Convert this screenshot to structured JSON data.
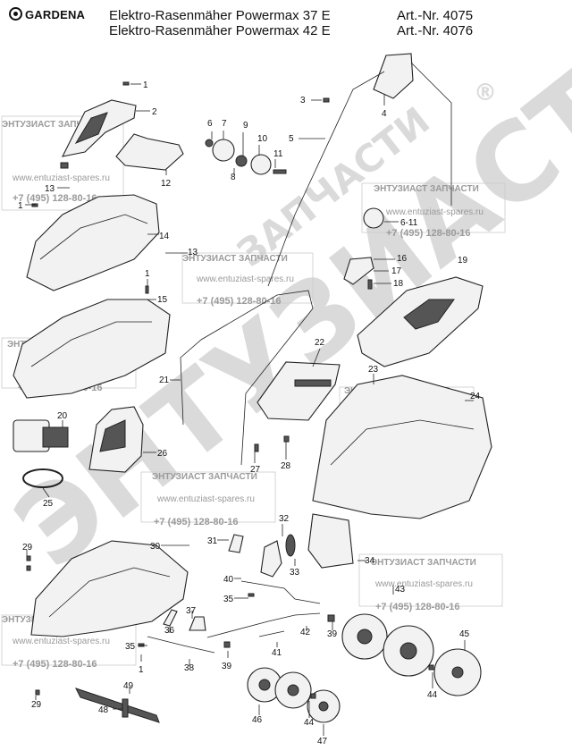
{
  "header": {
    "brand": "GARDENA",
    "model_line_1": "Elektro-Rasenmäher Powermax 37 E",
    "model_line_2": "Elektro-Rasenmäher Powermax 42 E",
    "art_line_1": "Art.-Nr. 4075",
    "art_line_2": "Art.-Nr. 4076"
  },
  "watermark": {
    "company": "ЭНТУЗИАСТ ЗАПЧАСТИ",
    "website": "www.entuziast-spares.ru",
    "phone": "+7 (495) 128-80-16",
    "big_text": "ЭНТУЗИАСТ",
    "diagonal_text": "ЗАПЧАСТИ",
    "registered": "®"
  },
  "labels": {
    "p1": "1",
    "p2": "2",
    "p3": "3",
    "p4": "4",
    "p5": "5",
    "p6": "6",
    "p7": "7",
    "p8": "8",
    "p9": "9",
    "p10": "10",
    "p11": "11",
    "p12": "12",
    "p13": "13",
    "p14": "14",
    "p15": "15",
    "p16": "16",
    "p17": "17",
    "p18": "18",
    "p19": "19",
    "p20": "20",
    "p21": "21",
    "p22": "22",
    "p23": "23",
    "p24": "24",
    "p25": "25",
    "p26": "26",
    "p27": "27",
    "p28": "28",
    "p29": "29",
    "p30": "30",
    "p31": "31",
    "p32": "32",
    "p33": "33",
    "p34": "34",
    "p35": "35",
    "p36": "36",
    "p37": "37",
    "p38": "38",
    "p39": "39",
    "p40": "40",
    "p41": "41",
    "p42": "42",
    "p43": "43",
    "p44": "44",
    "p45": "45",
    "p46": "46",
    "p47": "47",
    "p48": "48",
    "p49": "49",
    "p611": "6-11"
  }
}
